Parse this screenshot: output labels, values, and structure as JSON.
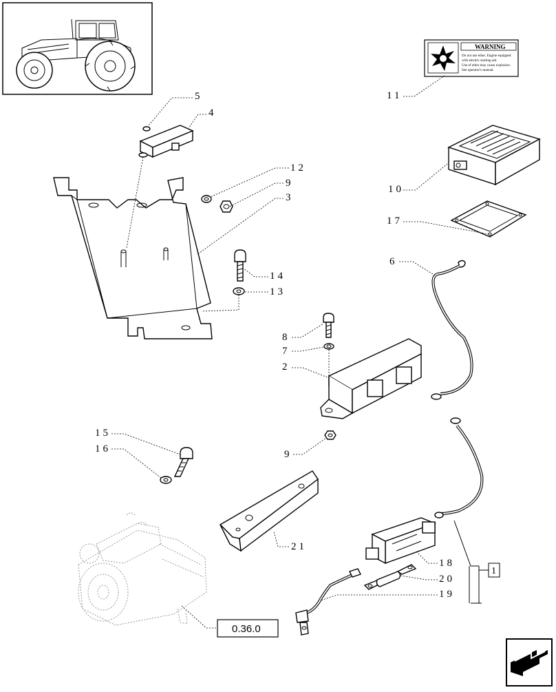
{
  "warning_label": {
    "title": "WARNING",
    "lines": [
      "Do not use ether. Engine equipped",
      "with electric starting aid.",
      "Use of ether may cause explosion.",
      "See operator's manual."
    ]
  },
  "callouts": {
    "c1": "1",
    "c2": "2",
    "c3": "3",
    "c4": "4",
    "c5": "5",
    "c6": "6",
    "c7": "7",
    "c8": "8",
    "c9a": "9",
    "c9b": "9",
    "c10": "10",
    "c11": "11",
    "c12": "12",
    "c13": "13",
    "c14": "14",
    "c15": "15",
    "c16": "16",
    "c17": "17",
    "c18": "18",
    "c19": "19",
    "c20": "20",
    "c21": "21"
  },
  "reference": "0.36.0",
  "icons": [
    "tractor-thumbnail",
    "next-page-arrow-icon",
    "warning-explosion-icon"
  ]
}
